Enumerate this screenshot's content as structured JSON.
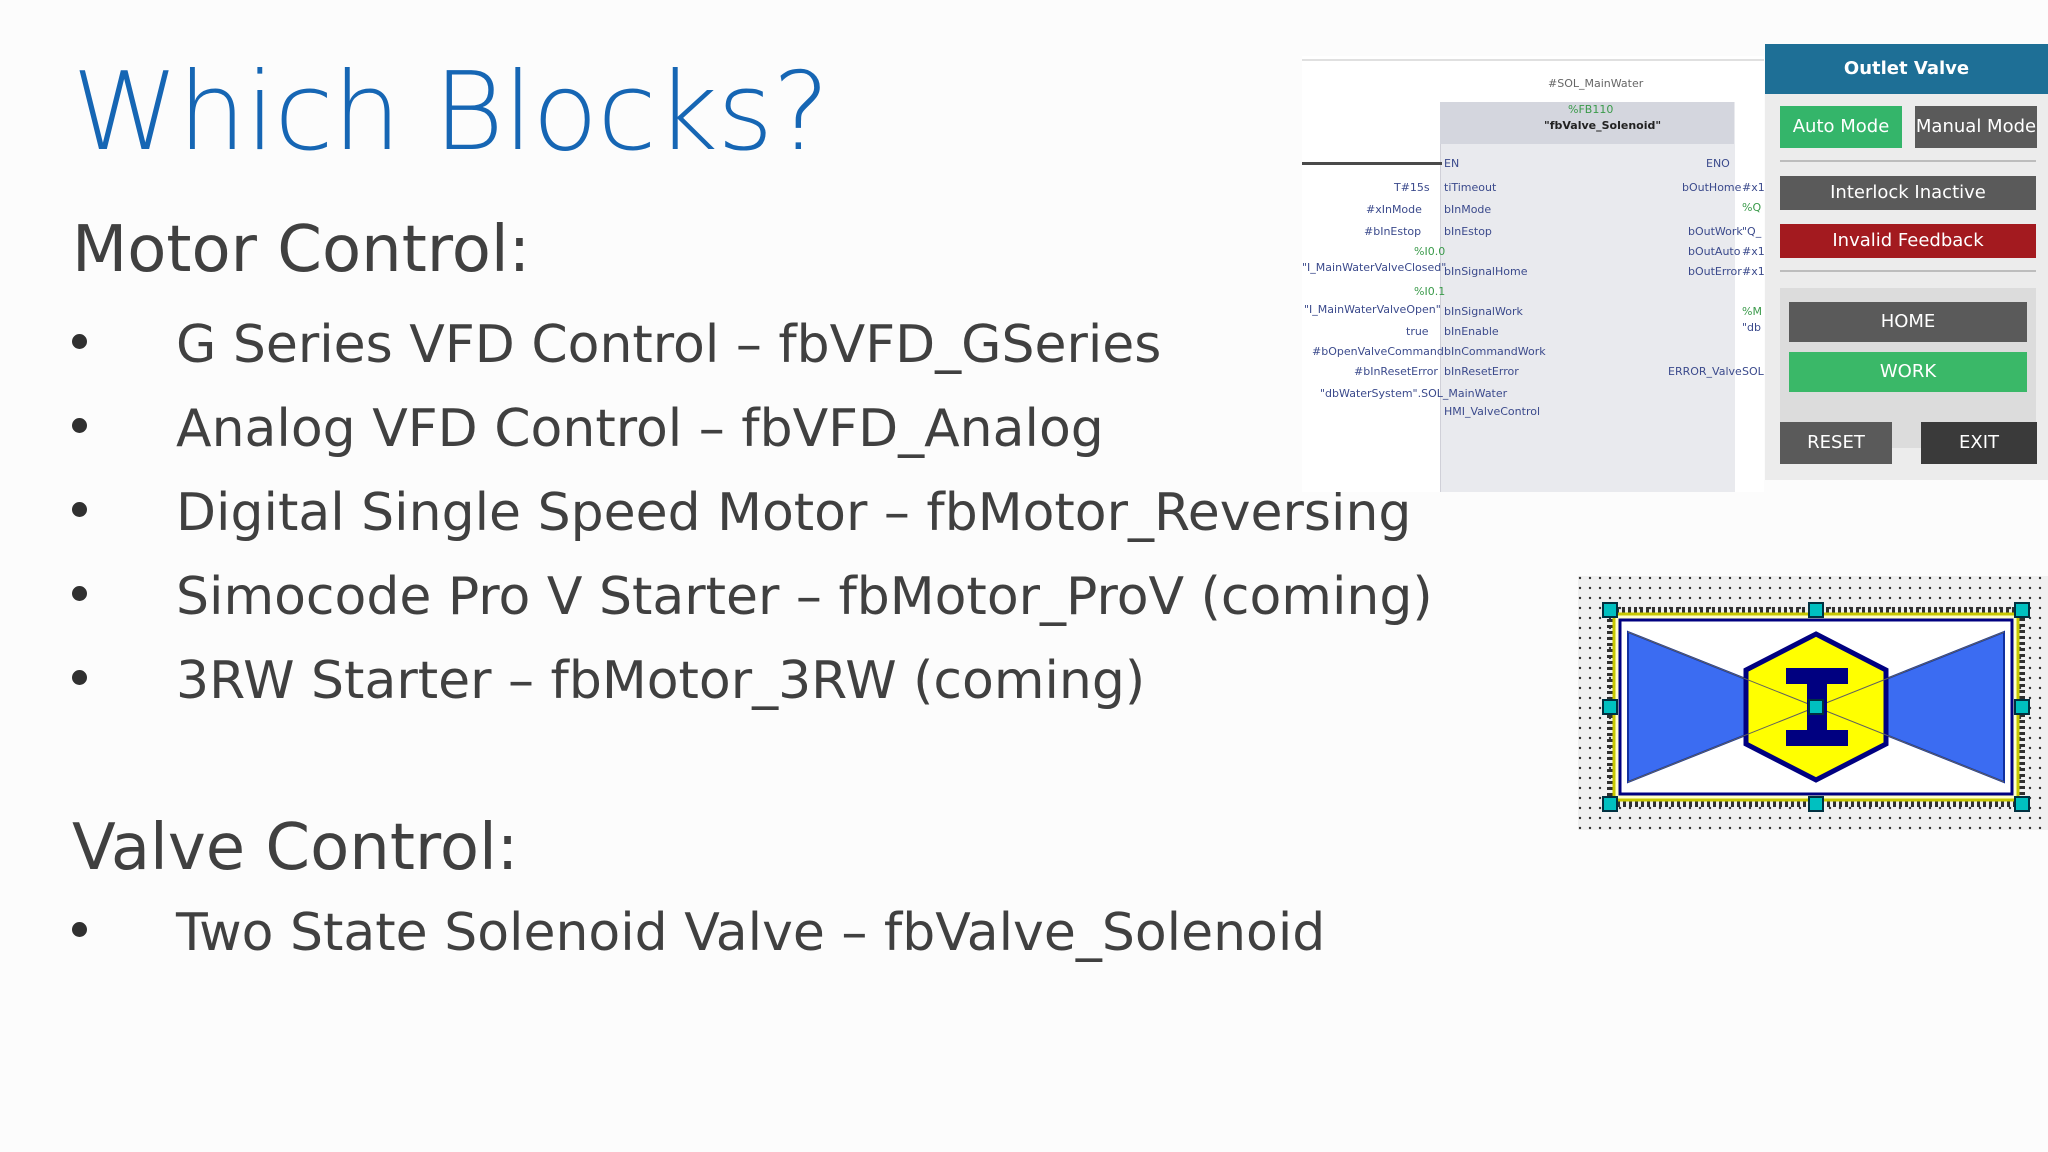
{
  "slide": {
    "title": "Which Blocks?",
    "motor_section": {
      "heading": "Motor Control:",
      "items": [
        "G Series VFD Control – fbVFD_GSeries",
        "Analog VFD Control – fbVFD_Analog",
        "Digital Single Speed Motor – fbMotor_Reversing",
        "Simocode Pro V Starter – fbMotor_ProV (coming)",
        "3RW Starter – fbMotor_3RW (coming)"
      ]
    },
    "valve_section": {
      "heading": "Valve Control:",
      "items": [
        "Two State Solenoid Valve – fbValve_Solenoid"
      ]
    }
  },
  "block_diagram": {
    "instance": "#SOL_MainWater",
    "type_tag": "%FB110",
    "block_name": "\"fbValve_Solenoid\"",
    "en": "EN",
    "eno": "ENO",
    "inputs": [
      {
        "wire": "T#15s",
        "pin": "tiTimeout"
      },
      {
        "wire": "#xInMode",
        "pin": "bInMode"
      },
      {
        "wire": "#bInEstop",
        "pin": "bInEstop"
      },
      {
        "wire": "\"I_MainWaterValveClosed\"",
        "pin": "bInSignalHome"
      },
      {
        "wire": "\"I_MainWaterValveOpen\"",
        "pin": "bInSignalWork"
      },
      {
        "wire": "true",
        "pin": "bInEnable"
      },
      {
        "wire": "#bOpenValveCommand",
        "pin": "bInCommandWork"
      },
      {
        "wire": "#bInResetError",
        "pin": "bInResetError"
      },
      {
        "wire": "\"dbWaterSystem\".SOL_MainWater",
        "pin": "HMI_ValveControl"
      }
    ],
    "input_tags": [
      "%I0.0",
      "%I0.1"
    ],
    "outputs": [
      {
        "pin": "bOutHome",
        "wire": "#x1"
      },
      {
        "pin": "bOutWork",
        "wire": "\"Q_"
      },
      {
        "pin": "bOutAuto",
        "wire": "#x1"
      },
      {
        "pin": "bOutError",
        "wire": "#x1"
      },
      {
        "pin": "ERROR_Valve",
        "wire": "SOL"
      }
    ],
    "output_tags": [
      "%Q",
      "%M",
      "\"db"
    ]
  },
  "faceplate": {
    "title": "Outlet Valve",
    "auto_mode": "Auto Mode",
    "manual_mode": "Manual Mode",
    "interlock": "Interlock Inactive",
    "feedback": "Invalid Feedback",
    "home": "HOME",
    "work": "WORK",
    "reset": "RESET",
    "exit": "EXIT",
    "colors": {
      "title_bar": "#1e6f96",
      "auto_active": "#34b56a",
      "inactive": "#5a5a5a",
      "alarm": "#a31a1f",
      "work_active": "#3ab868",
      "exit": "#3a3a3a"
    }
  },
  "valve_graphic": {
    "symbol": "solenoid-valve-icon",
    "colors": {
      "body": "#3b6cf2",
      "actuator": "#ffff00",
      "outline": "#000080",
      "handle": "#00c0c0"
    }
  }
}
